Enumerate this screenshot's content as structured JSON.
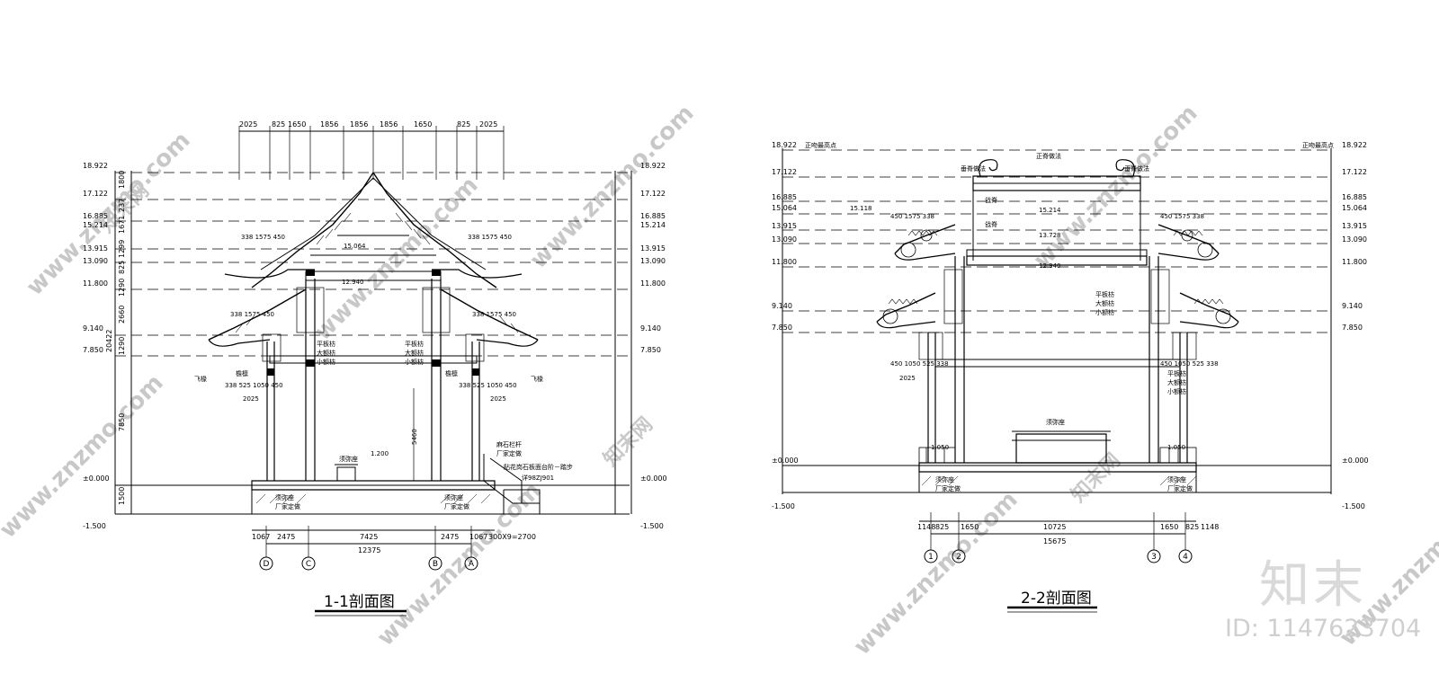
{
  "watermark": {
    "site": "www.znzmo.com",
    "brand": "知末网",
    "logo": "知末",
    "id_text": "ID: 1147623704"
  },
  "section1": {
    "title": "1-1剖面图",
    "top_dims": [
      "2025",
      "825",
      "1650",
      "1856",
      "1856",
      "1856",
      "1650",
      "825",
      "2025"
    ],
    "left_levels": [
      "18.922",
      "17.122",
      "16.885",
      "15.214",
      "13.915",
      "13.090",
      "11.800",
      "9.140",
      "7.850",
      "±0.000",
      "-1.500"
    ],
    "right_levels": [
      "18.922",
      "17.122",
      "16.885",
      "15.214",
      "13.915",
      "13.090",
      "11.800",
      "9.140",
      "7.850",
      "±0.000",
      "-1.500"
    ],
    "vert_dims": [
      "1800",
      "237",
      "1671",
      "1299",
      "825",
      "1290",
      "2660",
      "1290",
      "7850",
      "1500",
      "20422"
    ],
    "bottom_dims": [
      "1067",
      "2475",
      "7425",
      "2475",
      "1067",
      "300X9=2700"
    ],
    "total_dim": "12375",
    "axes": [
      "D",
      "C",
      "B",
      "A"
    ],
    "notes": {
      "ridge_elev": "15.064",
      "beam_elev": "12.940",
      "seat": "须弥座",
      "seat_elev": "1.200",
      "vendor": "厂家定做",
      "railing": "麻石栏杆",
      "railing_vendor": "厂家定做",
      "step_note": "贴花岗石板面台阶－踏步",
      "std_ref": "详98ZJ901",
      "col_height": "5460",
      "eave_dims": "338 1575 450",
      "bracket_dims": "338 525 1050 450",
      "span2025": "2025",
      "flying_eave": "飞椽",
      "eave_purlin": "檐檩",
      "plate": "平板枋",
      "big_beam": "大额枋",
      "small_beam": "小额枋"
    }
  },
  "section2": {
    "title": "2-2剖面图",
    "left_levels": [
      "18.922",
      "17.122",
      "16.885",
      "15.064",
      "13.915",
      "13.090",
      "11.800",
      "9.140",
      "7.850",
      "±0.000",
      "-1.500"
    ],
    "right_levels": [
      "18.922",
      "17.122",
      "16.885",
      "15.064",
      "13.915",
      "13.090",
      "11.800",
      "9.140",
      "7.850",
      "±0.000",
      "-1.500"
    ],
    "bottom_dims": [
      "1148",
      "825",
      "1650",
      "10725",
      "1650",
      "825",
      "1148"
    ],
    "total_dim": "15675",
    "axes": [
      "1",
      "2",
      "3",
      "4"
    ],
    "notes": {
      "top_label_l": "正吻最高点",
      "top_label_r": "正吻最高点",
      "ridge": "正脊做法",
      "ridge_elev": "15.118",
      "ridge_elev2": "15.214",
      "purlin_elev": "13.728",
      "beam_elev": "12.940",
      "seat": "须弥座",
      "seat_elev": "1.050",
      "vendor": "厂家定做",
      "span2025": "2025",
      "eave_dims": "450 1575 338",
      "bracket_dims": "450 1050 525 338",
      "dragon": "垂脊做法",
      "hip": "戗脊",
      "plate": "平板枋",
      "big_beam": "大额枋",
      "small_beam": "小额枋"
    }
  }
}
